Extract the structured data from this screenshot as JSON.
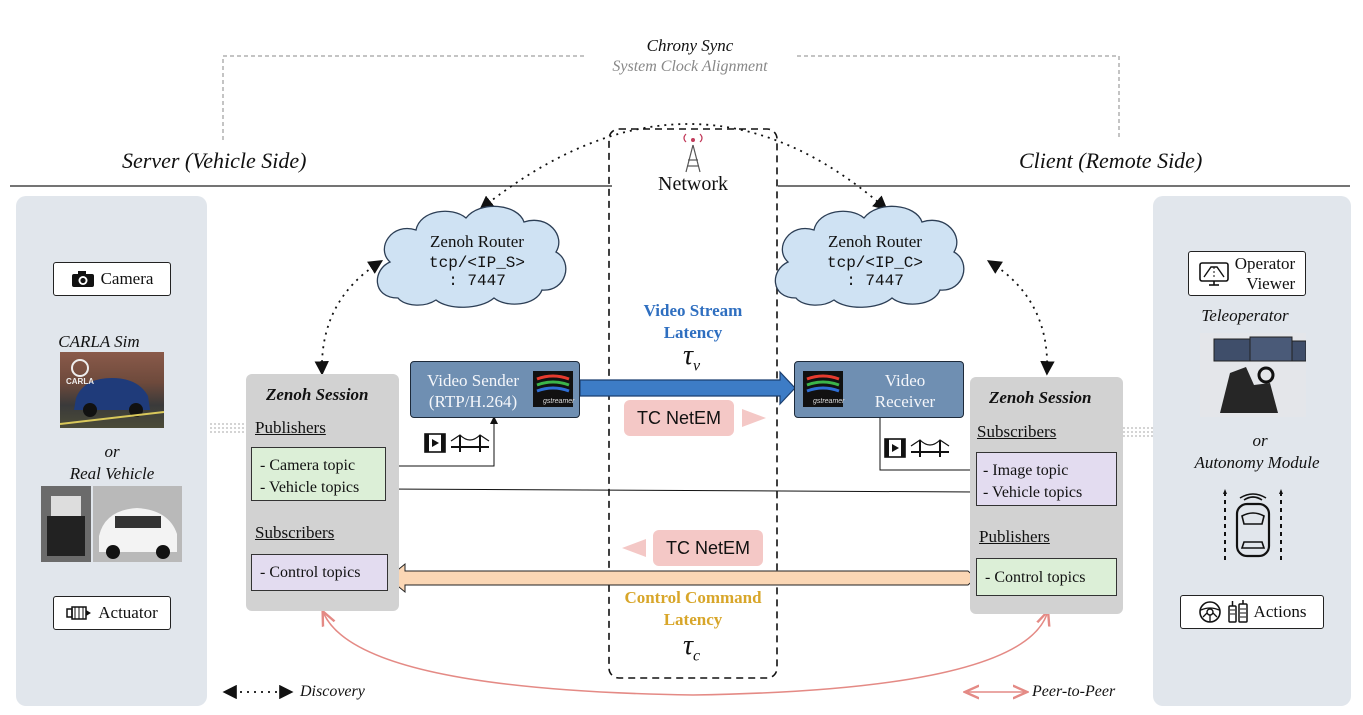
{
  "chrony": {
    "title": "Chrony Sync",
    "subtitle": "System Clock Alignment"
  },
  "server_label": "Server (Vehicle Side)",
  "client_label": "Client (Remote Side)",
  "network_label": "Network",
  "left_panel": {
    "camera": "Camera",
    "carla": "CARLA Sim",
    "carla_logo": "CARLA",
    "or": "or",
    "real_vehicle": "Real Vehicle",
    "actuator": "Actuator"
  },
  "right_panel": {
    "operator_line1": "Operator",
    "operator_line2": "Viewer",
    "teleoperator": "Teleoperator",
    "or": "or",
    "autonomy": "Autonomy Module",
    "actions": "Actions"
  },
  "router_server": {
    "title": "Zenoh Router",
    "addr": "tcp/<IP_S>",
    "port": ": 7447"
  },
  "router_client": {
    "title": "Zenoh Router",
    "addr": "tcp/<IP_C>",
    "port": ": 7447"
  },
  "session_server": {
    "title": "Zenoh Session",
    "publishers": "Publishers",
    "pub_items": [
      "- Camera topic",
      "- Vehicle topics"
    ],
    "subscribers": "Subscribers",
    "sub_items": [
      "- Control topics"
    ]
  },
  "session_client": {
    "title": "Zenoh Session",
    "subscribers": "Subscribers",
    "sub_items": [
      "- Image topic",
      "- Vehicle topics"
    ],
    "publishers": "Publishers",
    "pub_items": [
      "- Control topics"
    ]
  },
  "video_sender": {
    "line1": "Video Sender",
    "line2": "(RTP/H.264)",
    "logo": "gstreamer"
  },
  "video_receiver": {
    "line1": "Video",
    "line2": "Receiver",
    "logo": "gstreamer"
  },
  "video_latency": {
    "line1": "Video Stream",
    "line2": "Latency",
    "symbol": "τ",
    "sub": "v"
  },
  "control_latency": {
    "line1": "Control Command",
    "line2": "Latency",
    "symbol": "τ",
    "sub": "c"
  },
  "netem_top": "TC NetEM",
  "netem_bottom": "TC NetEM",
  "legend": {
    "discovery": "Discovery",
    "p2p": "Peer-to-Peer"
  },
  "colors": {
    "video_arrow": "#3d7cc6",
    "control_arrow": "#fbd7b5",
    "cloud": "#cfe2f3",
    "p2p": "#e48a85",
    "video_text": "#2f6fc0",
    "control_text": "#d8a62a"
  },
  "icons": [
    "camera-icon",
    "car-photo",
    "actuator-icon",
    "monitor-icon",
    "cockpit-photo",
    "autonomy-car-icon",
    "steering-icon",
    "pedal-icon",
    "film-icon",
    "bridge-icon",
    "network-tower-icon"
  ]
}
